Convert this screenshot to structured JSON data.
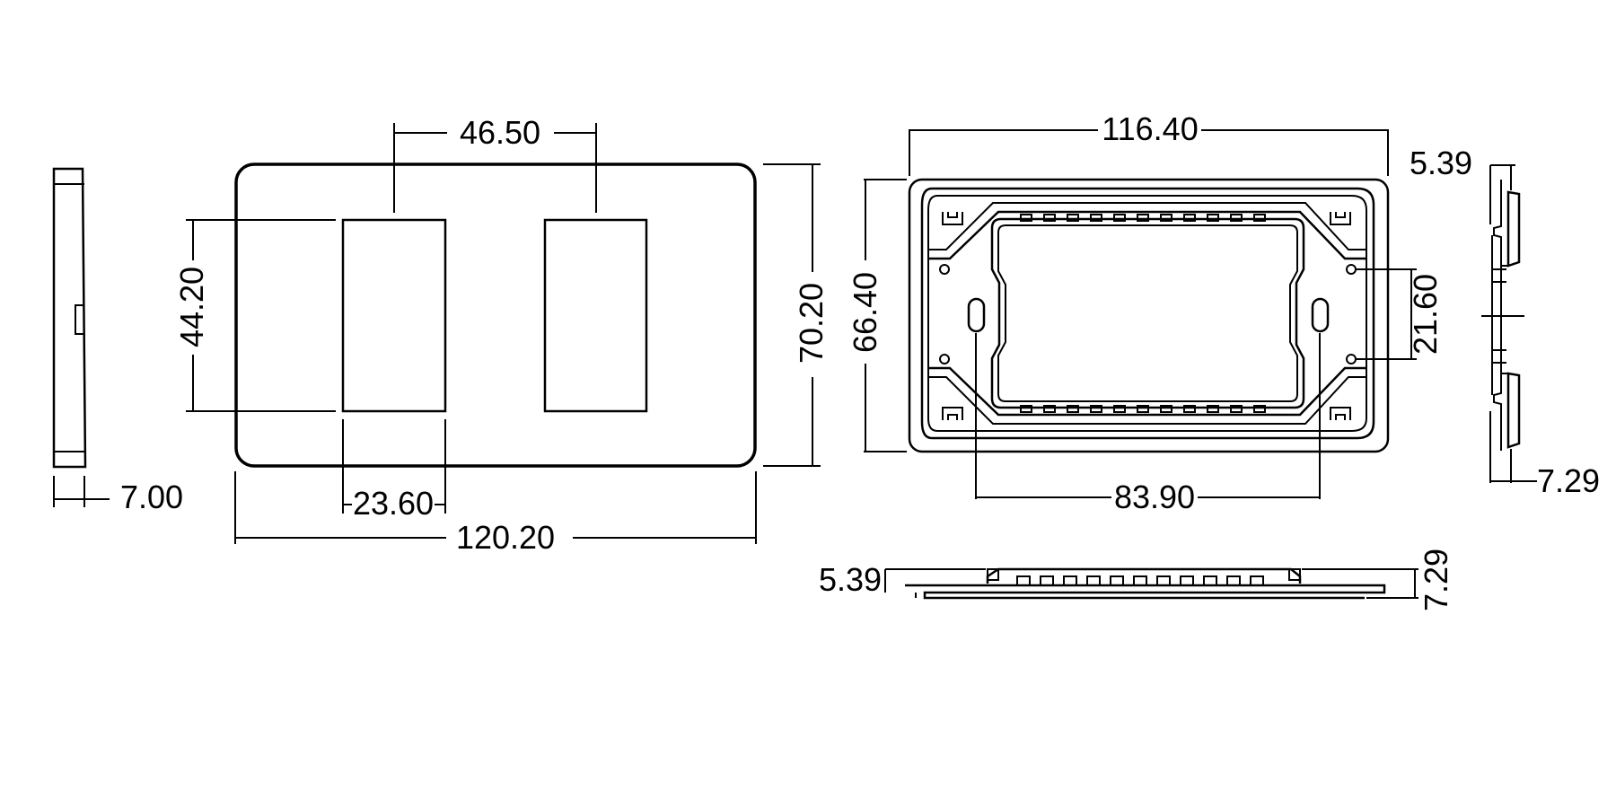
{
  "dimensions": {
    "side_thickness": "7.00",
    "module_spacing": "46.50",
    "module_height": "44.20",
    "module_width": "23.60",
    "plate_width": "120.20",
    "plate_height": "70.20",
    "frame_width": "116.40",
    "frame_height": "66.40",
    "mount_hole_pitch_h": "83.90",
    "mount_hole_pitch_v": "21.60",
    "side_offset_top": "5.39",
    "side_depth": "7.29",
    "bottom_offset": "5.39",
    "bottom_depth": "7.29"
  }
}
